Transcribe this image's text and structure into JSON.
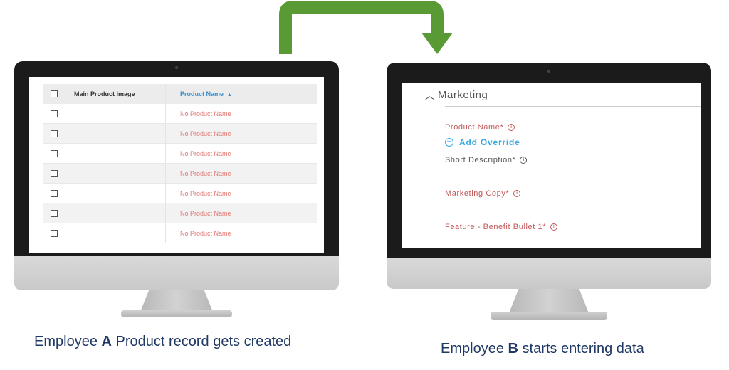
{
  "colors": {
    "arrow": "#5a9a35",
    "caption": "#1f3864",
    "table_header_link": "#3a8fd0",
    "empty_value": "#e07873",
    "field_required": "#c25a5a",
    "override_link": "#3aa7e0"
  },
  "left_screen": {
    "columns": [
      {
        "name": "select",
        "label": ""
      },
      {
        "name": "main-image",
        "label": "Main Product Image"
      },
      {
        "name": "product-name",
        "label": "Product Name",
        "sort": "ascending"
      }
    ],
    "rows": [
      {
        "image": "",
        "product_name": "No Product Name"
      },
      {
        "image": "",
        "product_name": "No Product Name"
      },
      {
        "image": "",
        "product_name": "No Product Name"
      },
      {
        "image": "",
        "product_name": "No Product Name"
      },
      {
        "image": "",
        "product_name": "No Product Name"
      },
      {
        "image": "",
        "product_name": "No Product Name"
      },
      {
        "image": "",
        "product_name": "No Product Name"
      }
    ]
  },
  "right_screen": {
    "section_title": "Marketing",
    "fields": {
      "product_name": "Product Name*",
      "add_override": "Add Override",
      "short_description": "Short Description*",
      "marketing_copy": "Marketing Copy*",
      "feature_bullet": "Feature - Benefit Bullet 1*"
    }
  },
  "captions": {
    "a": {
      "prefix": "Employee ",
      "bold": "A",
      "suffix": " Product record gets created"
    },
    "b": {
      "prefix": "Employee ",
      "bold": "B",
      "suffix": " starts entering data"
    }
  }
}
